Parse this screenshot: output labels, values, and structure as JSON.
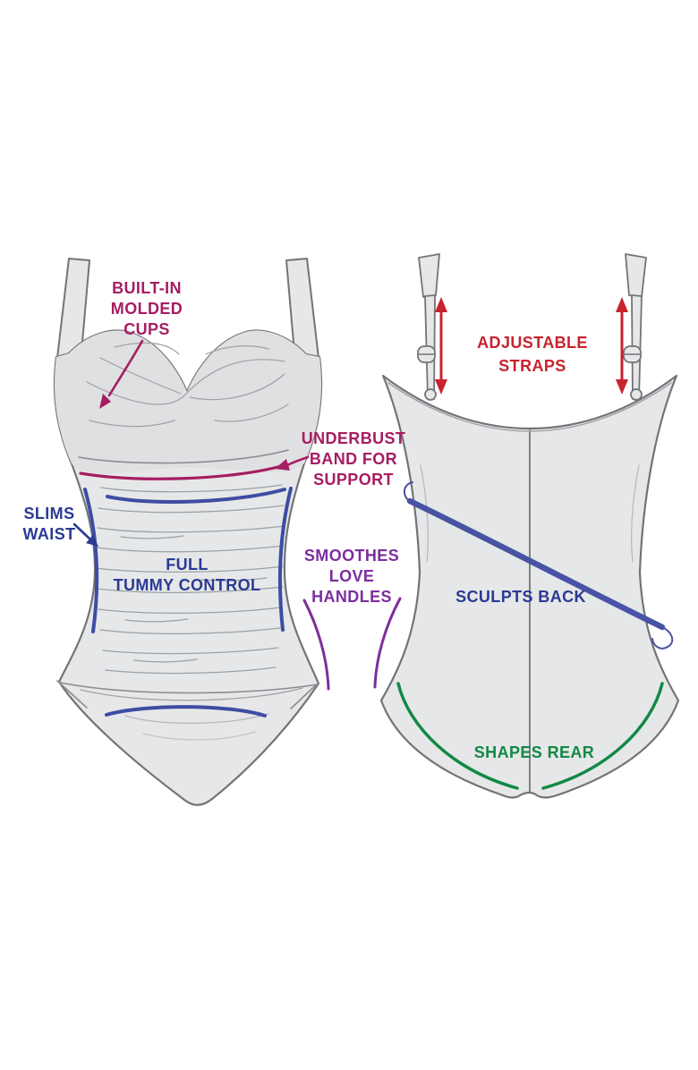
{
  "diagram": {
    "subject": "one-piece swimsuit shaping features, front and back views",
    "labels": {
      "built_in_molded_cups": {
        "lines": [
          "BUILT-IN",
          "MOLDED",
          "CUPS"
        ]
      },
      "underbust_band_for_support": {
        "lines": [
          "UNDERBUST",
          "BAND FOR",
          "SUPPORT"
        ]
      },
      "slims_waist": {
        "lines": [
          "SLIMS",
          "WAIST"
        ]
      },
      "full_tummy_control": {
        "lines": [
          "FULL",
          "TUMMY CONTROL"
        ]
      },
      "smoothes_love_handles": {
        "lines": [
          "SMOOTHES",
          "LOVE",
          "HANDLES"
        ]
      },
      "adjustable_straps": {
        "lines": [
          "ADJUSTABLE",
          "STRAPS"
        ]
      },
      "sculpts_back": {
        "lines": [
          "SCULPTS BACK"
        ]
      },
      "shapes_rear": {
        "lines": [
          "SHAPES REAR"
        ]
      }
    },
    "colors": {
      "magenta_label": "#a51e62",
      "blue_label": "#2b3a94",
      "purple_label": "#7c2e9d",
      "red_label": "#c8232e",
      "green_label": "#128945",
      "feature_curve_blue": "#3f4ca3",
      "suit_fill": "#e6e7e8",
      "suit_outline": "#737477",
      "background": "#ffffff"
    }
  }
}
